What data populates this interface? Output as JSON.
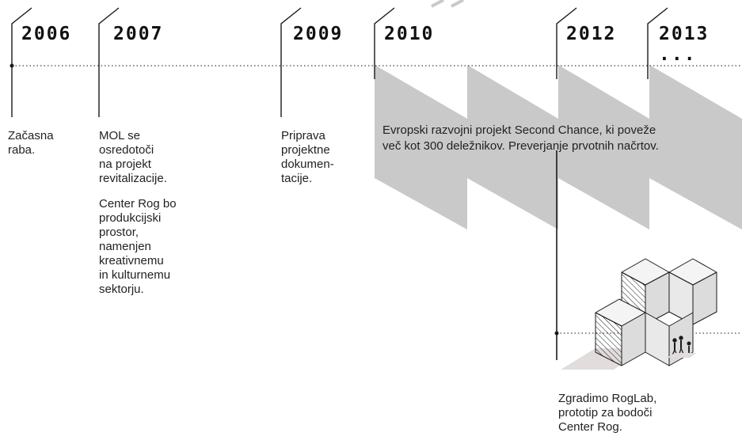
{
  "timeline": {
    "years": [
      {
        "label": "2006"
      },
      {
        "label": "2007"
      },
      {
        "label": "2009"
      },
      {
        "label": "2010"
      },
      {
        "label": "2012"
      },
      {
        "label": "2013 ..."
      }
    ],
    "entries": {
      "y2006": {
        "lines": [
          "Začasna",
          "raba."
        ]
      },
      "y2007": {
        "para1": [
          "MOL se",
          "osredotoči",
          "na projekt",
          "revitalizacije."
        ],
        "para2": [
          "Center Rog bo",
          "produkcijski",
          "prostor,",
          "namenjen",
          "kreativnemu",
          "in kulturnemu",
          "sektorju."
        ]
      },
      "y2009": {
        "lines": [
          "Priprava",
          "projektne",
          "dokumen-",
          "tacije."
        ]
      },
      "banner": {
        "lines": [
          "Evropski razvojni projekt Second Chance, ki poveže",
          "več kot 300 deležnikov. Preverjanje prvotnih načrtov."
        ]
      },
      "y2012": {
        "lines": [
          "Zgradimo RogLab,",
          "prototip za bodoči",
          "Center Rog."
        ]
      }
    }
  },
  "colors": {
    "line": "#1a1a1a",
    "banner_fill": "#c9c9c9",
    "cube_fill": "#dcdcdc",
    "shadow": "#e2dcdc",
    "dotted": "#444444"
  },
  "icons": [
    "cube-stack-illustration",
    "people-figures-icon"
  ]
}
